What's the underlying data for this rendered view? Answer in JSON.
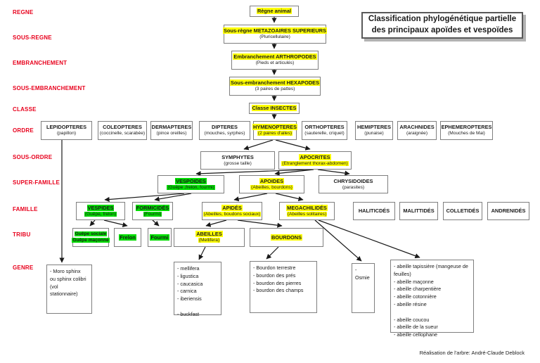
{
  "title_box": {
    "line1": "Classification phylogénétique partielle",
    "line2": "des principaux apoïdes et vespoïdes"
  },
  "credit": "Réalisation de l'arbre: André-Claude Deblock",
  "colors": {
    "highlight_yellow": "#ffff00",
    "highlight_green": "#00dc00",
    "rank_red": "#e8001c"
  },
  "ranks": [
    "REGNE",
    "SOUS-REGNE",
    "EMBRANCHEMENT",
    "SOUS-EMBRANCHEMENT",
    "CLASSE",
    "ORDRE",
    "SOUS-ORDRE",
    "SUPER-FAMILLE",
    "FAMILLE",
    "TRIBU",
    "GENRE"
  ],
  "chain": [
    {
      "title": "Règne animal"
    },
    {
      "title": "Sous-règne METAZOAIRES SUPERIEURS",
      "sub": "(Pluricellulaire)"
    },
    {
      "title": "Embranchement ARTHROPODES",
      "sub": "(Pieds et articulés)"
    },
    {
      "title": "Sous-embranchement HEXAPODES",
      "sub": "(3 paires de pattes)"
    },
    {
      "title": "Classe INSECTES"
    }
  ],
  "ordre": [
    {
      "title": "LEPIDOPTERES",
      "sub": "(papillon)"
    },
    {
      "title": "COLEOPTERES",
      "sub": "(coccinelle, scarabée)"
    },
    {
      "title": "DERMAPTERES",
      "sub": "(pince oreilles)"
    },
    {
      "title": "DIPTERES",
      "sub": "(mouches, syrphes)"
    },
    {
      "title": "HYMENOPTERES",
      "sub": "(2 paires d'ailes)"
    },
    {
      "title": "ORTHOPTERES",
      "sub": "(sauterelle, criquet)"
    },
    {
      "title": "HEMIPTERES",
      "sub": "(punaise)"
    },
    {
      "title": "ARACHNIDES",
      "sub": "(araignée)"
    },
    {
      "title": "EPHEMEROPTERES",
      "sub": "(Mouches de Mai)"
    }
  ],
  "sous_ordre": [
    {
      "title": "SYMPHYTES",
      "sub": "(grosse taille)"
    },
    {
      "title": "APOCRITES",
      "sub": "(Etranglement thorax-abdomen)"
    }
  ],
  "super_famille": [
    {
      "title": "VESPOIDES",
      "sub": "(Guêpe ,frelon, fourmi)"
    },
    {
      "title": "APOIDES",
      "sub": "(Abeilles, bourdons)"
    },
    {
      "title": "CHRYSIDOIDES",
      "sub": "(parasites)"
    }
  ],
  "famille": [
    {
      "title": "VESPIDES",
      "sub": "(Guêpe, frelon)"
    },
    {
      "title": "FORMICIDÉS",
      "sub": "(Fourmi)"
    },
    {
      "title": "APIDÉS",
      "sub": "(Abeilles, boudons sociaux)"
    },
    {
      "title": "MEGACHILIDÉS",
      "sub": "(Abeilles solitaires)"
    },
    {
      "title": "HALITICDÉS"
    },
    {
      "title": "MALITTIDÉS"
    },
    {
      "title": "COLLETIDÉS"
    },
    {
      "title": "ANDRENIDÉS"
    }
  ],
  "tribu": [
    {
      "line1": "Guêpe sociale",
      "line2": "Guêpe maçonne"
    },
    {
      "title": "Frelon"
    },
    {
      "title": "Fourmi"
    },
    {
      "title": "ABEILLES",
      "sub": "(Mellifera)"
    },
    {
      "title": "BOURDONS"
    }
  ],
  "genre": [
    {
      "text": "- Moro sphinx\nou sphinx colibri\n(vol\nstationnaire)"
    },
    {
      "text": "- mellifera\n- ligustica\n- caucasica\n- carnica\n- iberiensis\n\n- buckfast"
    },
    {
      "text": "- Bourdon terrestre\n- bourdon des prés\n- bourdon des pierres\n- bourdon des champs"
    },
    {
      "text": "- Osmie"
    },
    {
      "text": "- abeille tapissière (mangeuse de\nfeuilles)\n- abeille maçonne\n- abeille charpentière\n- abeille cotonnière\n- abeille résine\n\n- abeille coucou\n- abeille de la sueur\n- abeille cellophane"
    }
  ]
}
